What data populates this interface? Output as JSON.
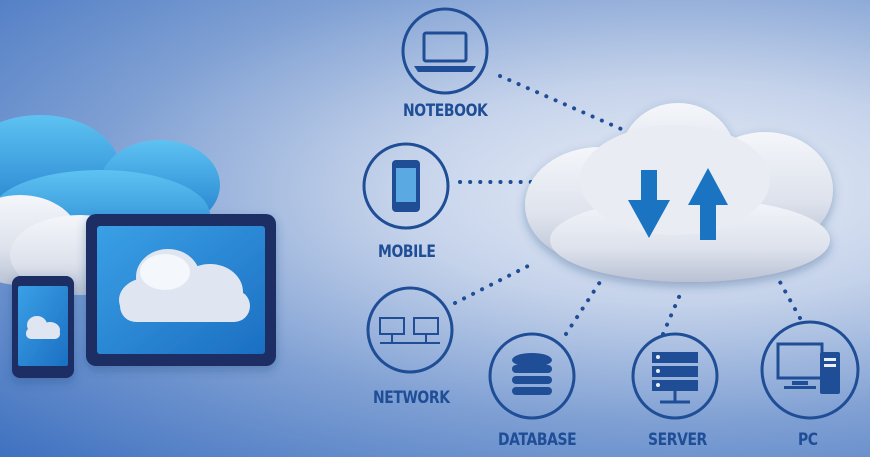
{
  "colors": {
    "navy": "#1f4e96",
    "accent_blue": "#2a8fd0",
    "background": "#6f93cf",
    "cloud_light": "#eef1f7"
  },
  "icons": [
    "laptop-icon",
    "smartphone-icon",
    "network-icon",
    "database-icon",
    "server-icon",
    "desktop-pc-icon",
    "download-arrow-icon",
    "upload-arrow-icon"
  ],
  "nodes": {
    "notebook": {
      "label": "NOTEBOOK",
      "icon": "laptop-icon"
    },
    "mobile": {
      "label": "MOBILE",
      "icon": "smartphone-icon"
    },
    "network": {
      "label": "NETWORK",
      "icon": "network-icon"
    },
    "database": {
      "label": "DATABASE",
      "icon": "database-icon"
    },
    "server": {
      "label": "SERVER",
      "icon": "server-icon"
    },
    "pc": {
      "label": "PC",
      "icon": "desktop-pc-icon"
    }
  }
}
